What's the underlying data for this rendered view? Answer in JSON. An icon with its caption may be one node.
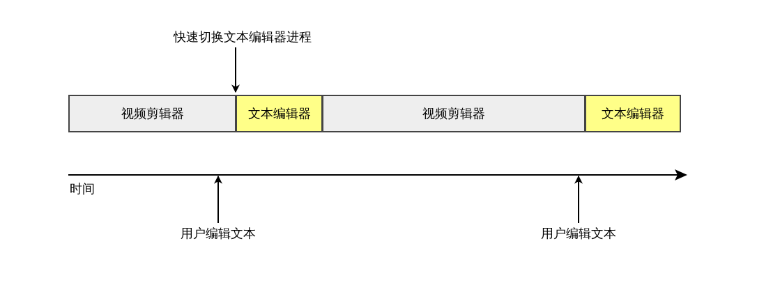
{
  "diagram": {
    "nodes": [
      {
        "text": [
          "快速切换文本编辑器进程"
        ]
      },
      {
        "text": [
          "视频剪辑器"
        ]
      },
      {
        "text": [
          "文本编辑器"
        ]
      },
      {
        "text": [
          "视频剪辑器"
        ]
      },
      {
        "text": [
          "文本编辑器"
        ]
      },
      {
        "text": [
          "用户编辑文本"
        ]
      },
      {
        "text": [
          "用户编辑文本"
        ]
      }
    ],
    "edges": [
      {
        "from": 0,
        "to": 2,
        "arrow": "to"
      },
      {
        "from": 5,
        "to": null,
        "arrow": "to"
      },
      {
        "from": 6,
        "to": null,
        "arrow": "to"
      }
    ],
    "labels": [
      "时间"
    ]
  }
}
